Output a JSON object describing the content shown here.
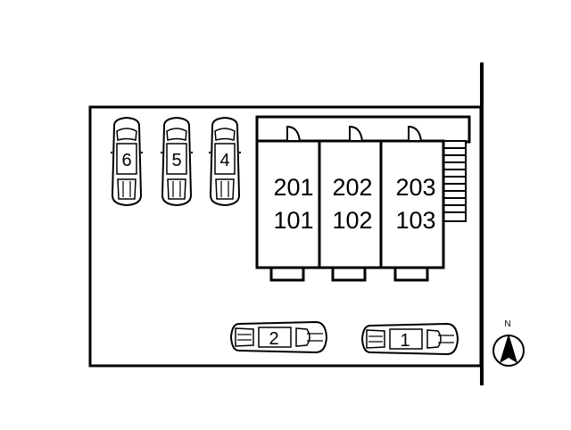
{
  "units": [
    {
      "upper": "201",
      "lower": "101"
    },
    {
      "upper": "202",
      "lower": "102"
    },
    {
      "upper": "203",
      "lower": "103"
    }
  ],
  "parking_vertical": [
    {
      "label": "6"
    },
    {
      "label": "5"
    },
    {
      "label": "4"
    }
  ],
  "parking_horizontal": [
    {
      "label": "2"
    },
    {
      "label": "1"
    }
  ],
  "compass": {
    "label": "N"
  }
}
